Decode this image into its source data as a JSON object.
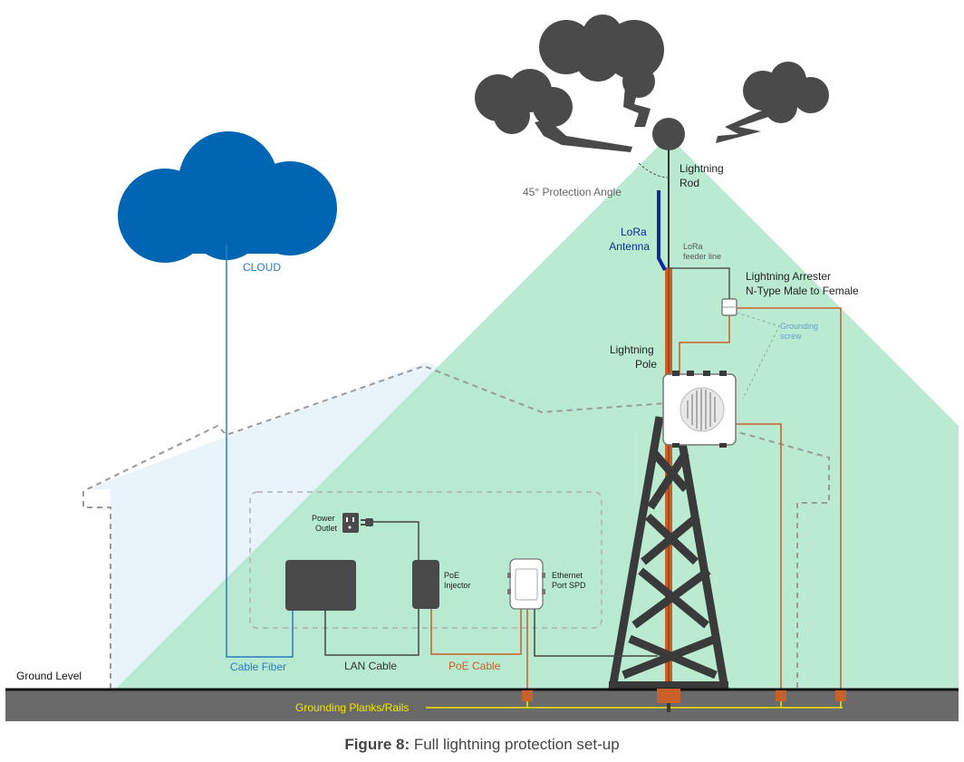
{
  "labels": {
    "cloud": "CLOUD",
    "lightning_rod_1": "Lightning",
    "lightning_rod_2": "Rod",
    "protection_angle": "45° Protection Angle",
    "lora_antenna_1": "LoRa",
    "lora_antenna_2": "Antenna",
    "feeder_line_1": "LoRa",
    "feeder_line_2": "feeder line",
    "arrester_1": "Lightning Arrester",
    "arrester_2": "N-Type Male to Female",
    "grounding_screw_1": "Grounding",
    "grounding_screw_2": "screw",
    "lightning_pole_1": "Lightning",
    "lightning_pole_2": "Pole",
    "power_outlet_1": "Power",
    "power_outlet_2": "Outlet",
    "poe_injector_1": "PoE",
    "poe_injector_2": "Injector",
    "ethernet_spd_1": "Ethernet",
    "ethernet_spd_2": "Port SPD",
    "ground_level": "Ground Level",
    "cable_fiber": "Cable Fiber",
    "lan_cable": "LAN Cable",
    "poe_cable": "PoE Cable",
    "grounding_planks": "Grounding Planks/Rails"
  },
  "caption": {
    "prefix": "Figure 8:",
    "text": " Full lightning protection set-up"
  },
  "colors": {
    "cloud_blue": "#0066b3",
    "protection_green": "#aee8c9",
    "storm_gray": "#4a4a4a",
    "copper": "#c8602a",
    "ground_gray": "#6a6a6a",
    "grounding_yellow": "#f2e600",
    "house_outline": "#9a9a9a",
    "lora_blue": "#0a2a9a"
  }
}
